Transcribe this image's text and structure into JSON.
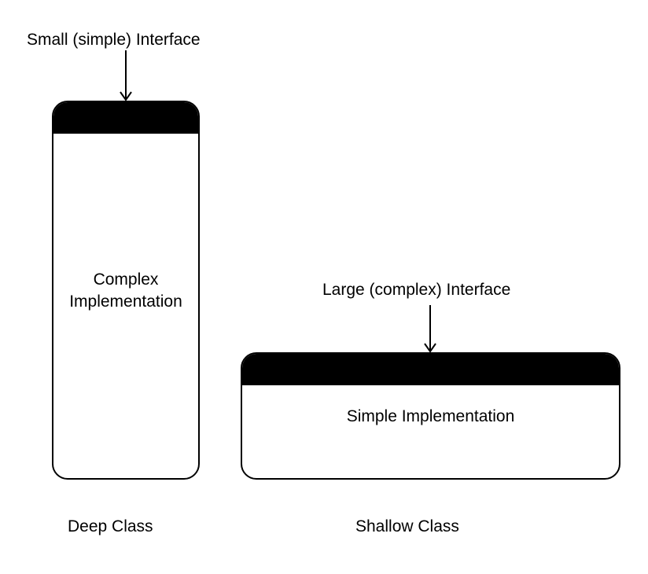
{
  "deep_class": {
    "interface_label": "Small (simple) Interface",
    "implementation_lines": [
      "Complex",
      "Implementation"
    ],
    "title": "Deep Class"
  },
  "shallow_class": {
    "interface_label": "Large (complex) Interface",
    "implementation_label": "Simple Implementation",
    "title": "Shallow Class"
  },
  "colors": {
    "interface_bar": "#000000",
    "box_border": "#000000",
    "background": "#ffffff",
    "text": "#000000"
  }
}
